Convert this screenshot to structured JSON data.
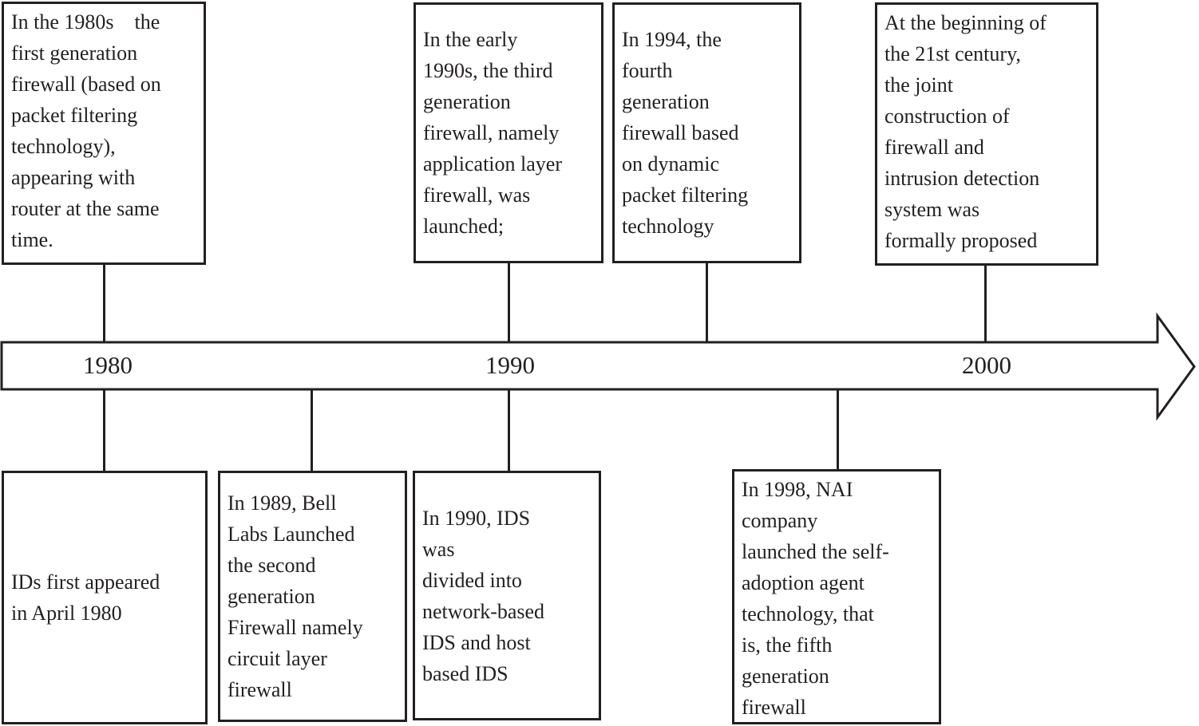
{
  "colors": {
    "line": "#231f20",
    "background": "#ffffff"
  },
  "timeline": {
    "year_labels": [
      "1980",
      "1990",
      "2000"
    ]
  },
  "events": {
    "above": [
      {
        "text": "In the 1980s    the\nfirst generation\nfirewall (based on\npacket filtering\ntechnology),\nappearing with\nrouter at the same\ntime."
      },
      {
        "text": "In the early\n1990s, the third\ngeneration\nfirewall, namely\napplication layer\nfirewall, was\nlaunched;"
      },
      {
        "text": "In 1994, the\nfourth\ngeneration\nfirewall based\non dynamic\npacket filtering\ntechnology"
      },
      {
        "text": "At the beginning of\nthe 21st century,\nthe joint\nconstruction of\nfirewall and\nintrusion detection\nsystem was\nformally proposed"
      }
    ],
    "below": [
      {
        "text": "IDs first appeared\nin April 1980"
      },
      {
        "text": "In 1989, Bell\nLabs Launched\nthe second\ngeneration\nFirewall namely\ncircuit layer\nfirewall"
      },
      {
        "text": "In 1990, IDS\nwas\ndivided into\nnetwork-based\nIDS and host\nbased IDS"
      },
      {
        "text": "In 1998, NAI\ncompany\nlaunched the self-\nadoption agent\ntechnology, that\nis, the fifth\ngeneration\nfirewall"
      }
    ]
  }
}
